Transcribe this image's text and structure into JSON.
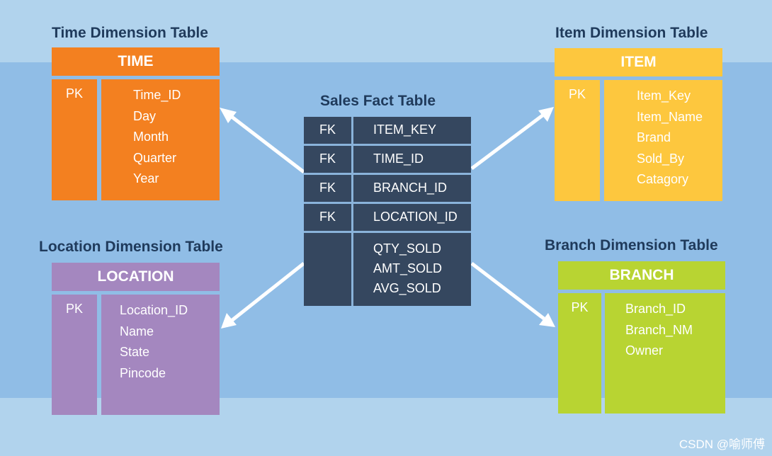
{
  "tables": {
    "time": {
      "section_title": "Time Dimension Table",
      "header": "TIME",
      "pk_label": "PK",
      "fields": [
        "Time_ID",
        "Day",
        "Month",
        "Quarter",
        "Year"
      ]
    },
    "item": {
      "section_title": "Item Dimension Table",
      "header": "ITEM",
      "pk_label": "PK",
      "fields": [
        "Item_Key",
        "Item_Name",
        "Brand",
        "Sold_By",
        "Catagory"
      ]
    },
    "location": {
      "section_title": "Location Dimension Table",
      "header": "LOCATION",
      "pk_label": "PK",
      "fields": [
        "Location_ID",
        "Name",
        "State",
        "Pincode"
      ]
    },
    "branch": {
      "section_title": "Branch Dimension Table",
      "header": "BRANCH",
      "pk_label": "PK",
      "fields": [
        "Branch_ID",
        "Branch_NM",
        "Owner"
      ]
    }
  },
  "fact": {
    "title": "Sales Fact Table",
    "fk_rows": [
      {
        "key": "FK",
        "field": "ITEM_KEY"
      },
      {
        "key": "FK",
        "field": "TIME_ID"
      },
      {
        "key": "FK",
        "field": "BRANCH_ID"
      },
      {
        "key": "FK",
        "field": "LOCATION_ID"
      }
    ],
    "measures": [
      "QTY_SOLD",
      "AMT_SOLD",
      "AVG_SOLD"
    ]
  },
  "watermark": "CSDN @喻师傅"
}
